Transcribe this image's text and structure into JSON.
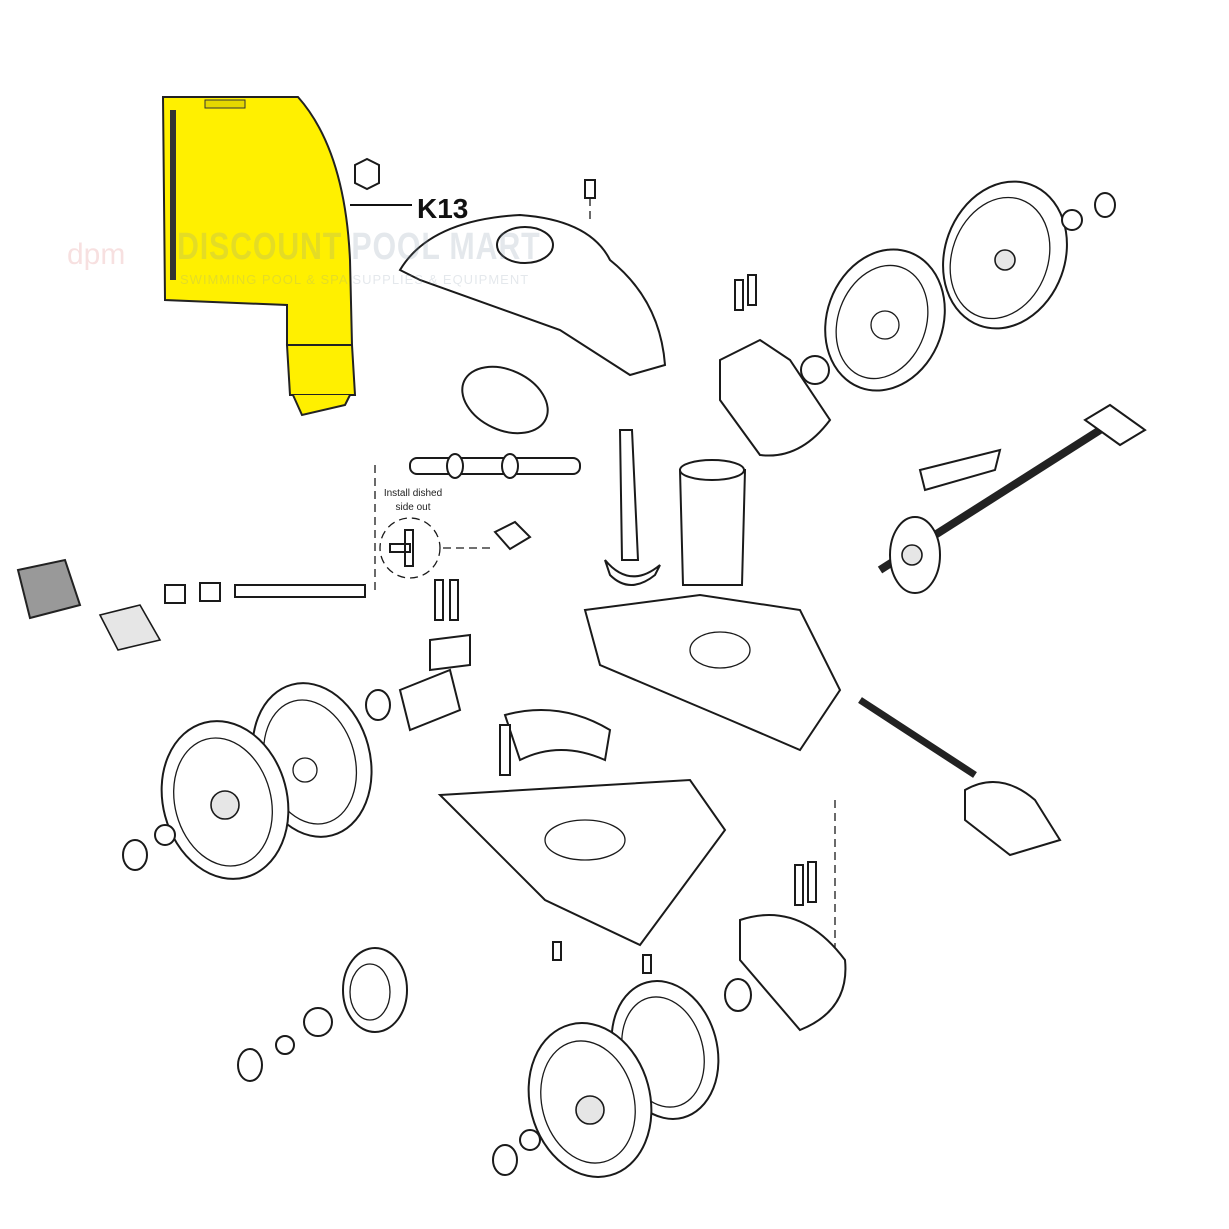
{
  "diagram": {
    "callout_label": "K13",
    "note": [
      "Install dished",
      "side out"
    ],
    "highlight_color": "#FFF000",
    "watermark": {
      "logo": "dpm",
      "title": "DISCOUNT POOL MART",
      "subtitle": "SWIMMING POOL & SPA SUPPLIES & EQUIPMENT"
    }
  }
}
